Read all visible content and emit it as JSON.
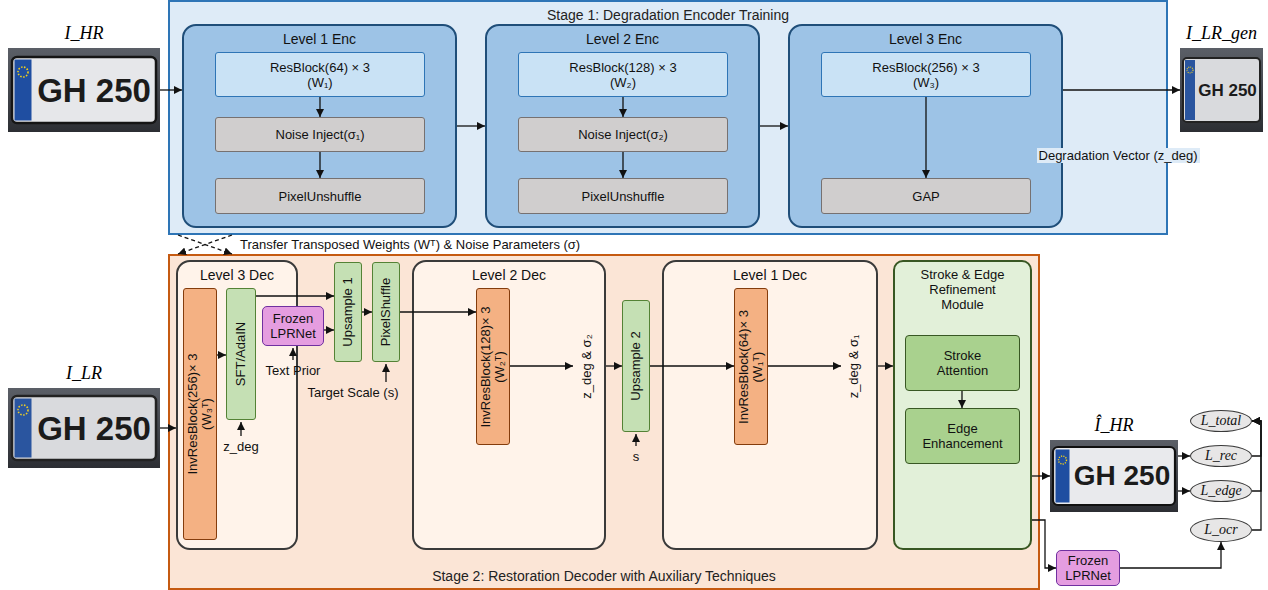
{
  "diagram": {
    "nodes": [
      {
        "text": [
          "I_HR"
        ]
      },
      {
        "text": [
          "Stage 1: Degradation Encoder Training"
        ]
      },
      {
        "text": [
          "Level 1 Enc"
        ],
        "in": 1
      },
      {
        "text": [
          "ResBlock(64) × 3 (W₁)"
        ],
        "in": 2
      },
      {
        "text": [
          "Noise Inject(σ₁)"
        ],
        "in": 2
      },
      {
        "text": [
          "PixelUnshuffle"
        ],
        "in": 2
      },
      {
        "text": [
          "Level 2 Enc"
        ],
        "in": 1
      },
      {
        "text": [
          "ResBlock(128) × 3 (W₂)"
        ],
        "in": 6
      },
      {
        "text": [
          "Noise Inject(σ₂)"
        ],
        "in": 6
      },
      {
        "text": [
          "PixelUnshuffle"
        ],
        "in": 6
      },
      {
        "text": [
          "Level 3 Enc"
        ],
        "in": 1
      },
      {
        "text": [
          "ResBlock(256) × 3 (W₃)"
        ],
        "in": 10
      },
      {
        "text": [
          "GAP"
        ],
        "in": 10
      },
      {
        "text": [
          "I_LR_gen"
        ]
      },
      {
        "text": [
          "I_LR"
        ]
      },
      {
        "text": [
          "Stage 2: Restoration Decoder with Auxiliary Techniques"
        ]
      },
      {
        "text": [
          "Level 3 Dec"
        ],
        "in": 15
      },
      {
        "text": [
          "InvResBlock(256)× 3 (W₃ᵀ)"
        ],
        "in": 16
      },
      {
        "text": [
          "SFT/AdaIN"
        ],
        "in": 16
      },
      {
        "text": [
          "Frozen LPRNet"
        ],
        "in": 15
      },
      {
        "text": [
          "Upsample 1"
        ],
        "in": 15
      },
      {
        "text": [
          "PixelShuffle"
        ],
        "in": 15
      },
      {
        "text": [
          "Level 2 Dec"
        ],
        "in": 15
      },
      {
        "text": [
          "InvResBlock(128)× 3 (W₂ᵀ)"
        ],
        "in": 22
      },
      {
        "text": [
          "Upsample 2"
        ],
        "in": 15
      },
      {
        "text": [
          "Level 1 Dec"
        ],
        "in": 15
      },
      {
        "text": [
          "InvResBlock(64)× 3 (W₁ᵀ)"
        ],
        "in": 25
      },
      {
        "text": [
          "Stroke & Edge Refinement Module"
        ],
        "in": 15
      },
      {
        "text": [
          "Stroke Attention"
        ],
        "in": 27
      },
      {
        "text": [
          "Edge Enhancement"
        ],
        "in": 27
      },
      {
        "text": [
          "Î_HR"
        ]
      },
      {
        "text": [
          "L_total"
        ]
      },
      {
        "text": [
          "L_rec"
        ]
      },
      {
        "text": [
          "L_edge"
        ]
      },
      {
        "text": [
          "L_ocr"
        ]
      },
      {
        "text": [
          "Frozen LPRNet"
        ]
      }
    ],
    "edges": [
      {
        "from": 0,
        "to": 2,
        "arrow": "to"
      },
      {
        "from": 3,
        "to": 4,
        "arrow": "to"
      },
      {
        "from": 4,
        "to": 5,
        "arrow": "to"
      },
      {
        "from": 2,
        "to": 6,
        "arrow": "to"
      },
      {
        "from": 7,
        "to": 8,
        "arrow": "to"
      },
      {
        "from": 8,
        "to": 9,
        "arrow": "to"
      },
      {
        "from": 6,
        "to": 10,
        "arrow": "to"
      },
      {
        "from": 11,
        "to": 12,
        "arrow": "to"
      },
      {
        "from": 10,
        "to": 13,
        "arrow": "to",
        "label": "Degradation Vector (z_deg)"
      },
      {
        "from": 1,
        "to": 15,
        "arrow": "to"
      },
      {
        "from": 1,
        "to": 15,
        "arrow": "to"
      },
      {
        "from": 14,
        "to": 16,
        "arrow": "to"
      },
      {
        "from": 17,
        "to": 18,
        "arrow": "to"
      },
      {
        "from": 18,
        "to": 20,
        "arrow": "to"
      },
      {
        "from": 19,
        "to": 20,
        "arrow": "to"
      },
      {
        "from": 20,
        "to": 21,
        "arrow": "to"
      },
      {
        "from": 21,
        "to": 23,
        "arrow": "to"
      },
      {
        "from": 22,
        "to": 24,
        "arrow": "to"
      },
      {
        "from": 24,
        "to": 26,
        "arrow": "to"
      },
      {
        "from": 25,
        "to": 27,
        "arrow": "to"
      },
      {
        "from": 28,
        "to": 29,
        "arrow": "to"
      },
      {
        "from": 27,
        "to": 30,
        "arrow": "to"
      },
      {
        "from": 27,
        "to": 35,
        "arrow": "to"
      },
      {
        "from": 35,
        "to": 34,
        "arrow": "to"
      },
      {
        "from": 30,
        "to": 32,
        "arrow": "to"
      },
      {
        "from": 30,
        "to": 33,
        "arrow": "to"
      },
      {
        "from": 32,
        "to": 31,
        "arrow": "to"
      },
      {
        "from": 33,
        "to": 31,
        "arrow": "to"
      },
      {
        "from": 34,
        "to": 31,
        "arrow": "to"
      }
    ],
    "labels": [
      "Transfer Transposed Weights (Wᵀ) & Noise Parameters (σ)",
      "z_deg",
      "Text Prior",
      "Target Scale (s)",
      "z_deg & σ₂",
      "s",
      "z_deg & σ₁",
      "GH 250",
      "GH 250",
      "GH 250",
      "GH 250"
    ]
  }
}
